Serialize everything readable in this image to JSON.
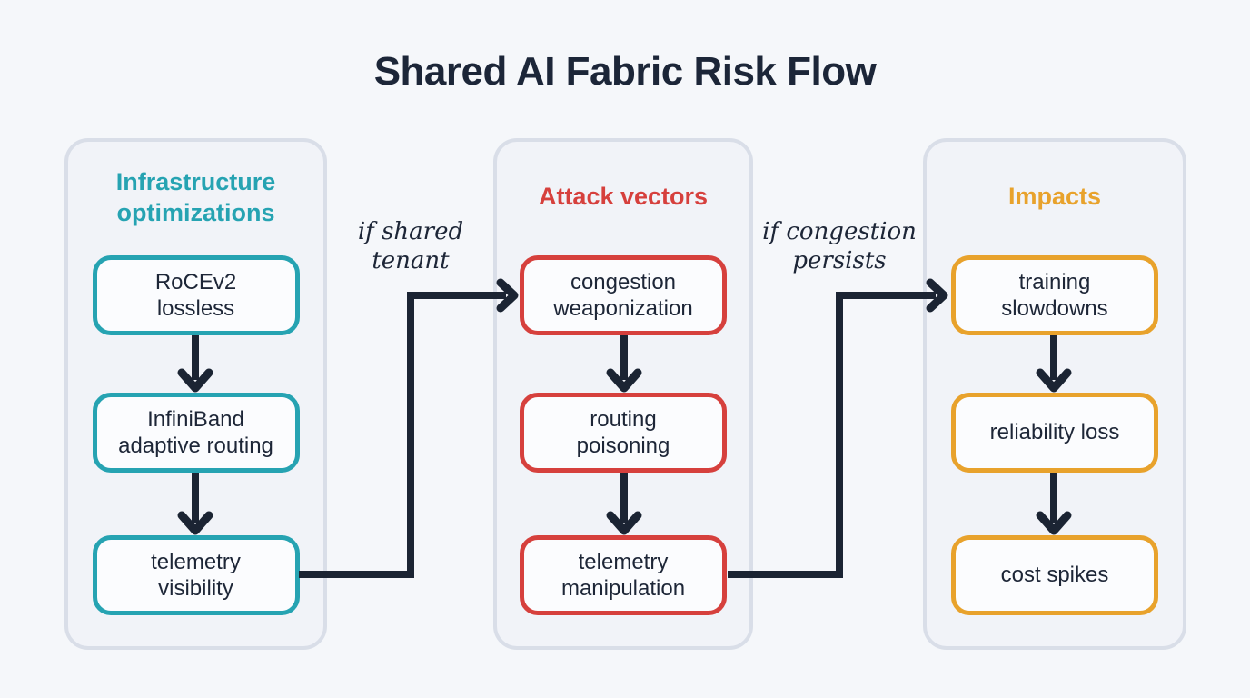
{
  "title": "Shared AI Fabric Risk Flow",
  "theme": {
    "teal": "#26a3b2",
    "red": "#d6403d",
    "orange": "#e8a22c",
    "arrow": "#1b2433",
    "ink": "#1d2637",
    "page-bg": "#f5f7fa",
    "panel-bg": "#f1f3f8",
    "panel-border": "#d9dee8",
    "box-bg": "#fbfcfe"
  },
  "columns": [
    {
      "header": "Infrastructure optimizations",
      "color": "#26a3b2",
      "boxes": [
        "RoCEv2\nlossless",
        "InfiniBand\nadaptive routing",
        "telemetry\nvisibility"
      ]
    },
    {
      "header": "Attack vectors",
      "color": "#d6403d",
      "boxes": [
        "congestion\nweaponization",
        "routing\npoisoning",
        "telemetry\nmanipulation"
      ]
    },
    {
      "header": "Impacts",
      "color": "#e8a22c",
      "boxes": [
        "training\nslowdowns",
        "reliability loss",
        "cost spikes"
      ]
    }
  ],
  "connectors": [
    {
      "label": "if shared\ntenant",
      "from": "telemetry visibility",
      "to": "congestion weaponization"
    },
    {
      "label": "if congestion\npersists",
      "from": "telemetry manipulation",
      "to": "training slowdowns"
    }
  ]
}
